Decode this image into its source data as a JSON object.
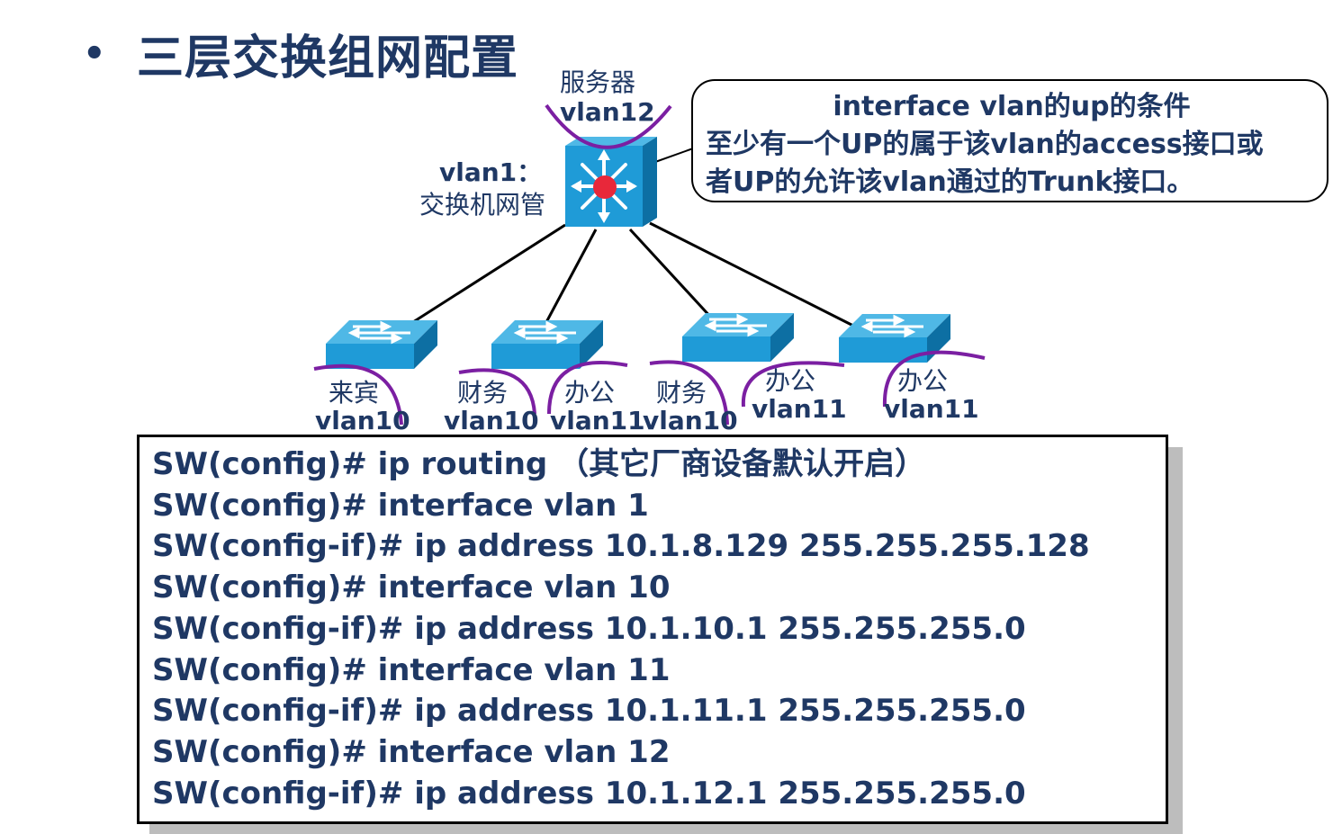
{
  "slide": {
    "bullet": "•",
    "title": "三层交换组网配置"
  },
  "diagram": {
    "core_switch": {
      "server_label": "服务器",
      "server_vlan": "vlan12",
      "mgmt_vlan": "vlan1：",
      "mgmt_desc": "交换机网管"
    },
    "access_switches": [
      {
        "groups": [
          {
            "name": "来宾",
            "vlan": "vlan10"
          }
        ]
      },
      {
        "groups": [
          {
            "name": "财务",
            "vlan": "vlan10"
          },
          {
            "name": "办公",
            "vlan": "vlan11"
          }
        ]
      },
      {
        "groups": [
          {
            "name": "财务",
            "vlan": "vlan10"
          },
          {
            "name": "办公",
            "vlan": "vlan11"
          }
        ]
      },
      {
        "groups": [
          {
            "name": "办公",
            "vlan": "vlan11"
          }
        ]
      }
    ],
    "colors": {
      "switch_blue": "#1F9BD7",
      "vlan_arc": "#7B1FA2",
      "core_dot": "#E8283A",
      "text": "#1F3864"
    }
  },
  "callout": {
    "title": "interface vlan的up的条件",
    "line1": "至少有一个UP的属于该vlan的access接口或",
    "line2": "者UP的允许该vlan通过的Trunk接口。"
  },
  "commands": [
    "SW(config)# ip routing （其它厂商设备默认开启）",
    "SW(config)# interface vlan 1",
    "SW(config-if)# ip address 10.1.8.129 255.255.255.128",
    "SW(config)# interface vlan 10",
    "SW(config-if)# ip address 10.1.10.1 255.255.255.0",
    "SW(config)# interface vlan 11",
    "SW(config-if)# ip address 10.1.11.1 255.255.255.0",
    "SW(config)# interface vlan 12",
    "SW(config-if)# ip address 10.1.12.1 255.255.255.0"
  ]
}
